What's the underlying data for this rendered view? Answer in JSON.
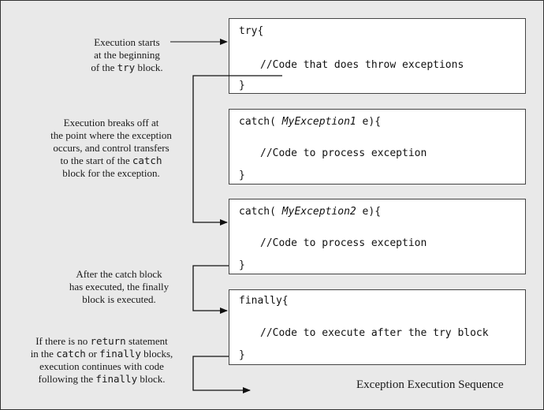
{
  "caption": "Exception Execution Sequence",
  "blocks": {
    "try": {
      "open": "try{",
      "body": "//Code that does throw exceptions",
      "close": "}"
    },
    "catch1": {
      "keyword": "catch( ",
      "exception": "MyException1",
      "rest": " e){",
      "body": "//Code to process exception",
      "close": "}"
    },
    "catch2": {
      "keyword": "catch( ",
      "exception": "MyException2",
      "rest": " e){",
      "body": "//Code to process exception",
      "close": "}"
    },
    "finally": {
      "open": "finally{",
      "body": "//Code to execute after the try block",
      "close": "}"
    }
  },
  "notes": {
    "start": {
      "line1": "Execution starts",
      "line2": "at the beginning",
      "line3a": "of the ",
      "line3code": "try",
      "line3b": " block."
    },
    "breaks": {
      "line1": "Execution breaks off at",
      "line2": "the point where the exception",
      "line3": "occurs, and control transfers",
      "line4a": "to the start of the ",
      "line4code": "catch",
      "line5": "block for the exception."
    },
    "after_catch": {
      "line1": "After the catch block",
      "line2": "has executed, the finally",
      "line3": "block is executed."
    },
    "no_return": {
      "line1a": "If there is no ",
      "line1code": "return",
      "line1b": " statement",
      "line2a": "in the ",
      "line2code1": "catch",
      "line2b": " or ",
      "line2code2": "finally",
      "line2c": " blocks,",
      "line3": "execution continues with code",
      "line4a": "following the ",
      "line4code": "finally",
      "line4b": " block."
    }
  }
}
